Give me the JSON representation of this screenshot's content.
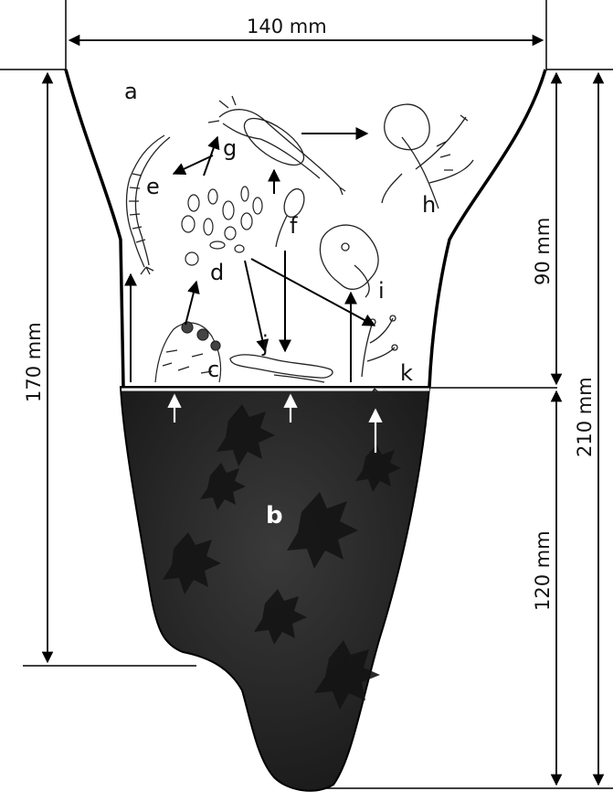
{
  "dimensions": {
    "top_width": "140 mm",
    "left_height": "170 mm",
    "upper_height": "90 mm",
    "total_height": "210 mm",
    "lower_height": "120 mm"
  },
  "labels": {
    "a": "a",
    "b": "b",
    "c": "c",
    "d": "d",
    "e": "e",
    "f": "f",
    "g": "g",
    "h": "h",
    "i": "i",
    "j": "j",
    "k": "k"
  },
  "colors": {
    "sediment": "#1f1f1f",
    "outline": "#000000",
    "arrow": "#000000",
    "arrow_on_dark": "#ffffff"
  }
}
